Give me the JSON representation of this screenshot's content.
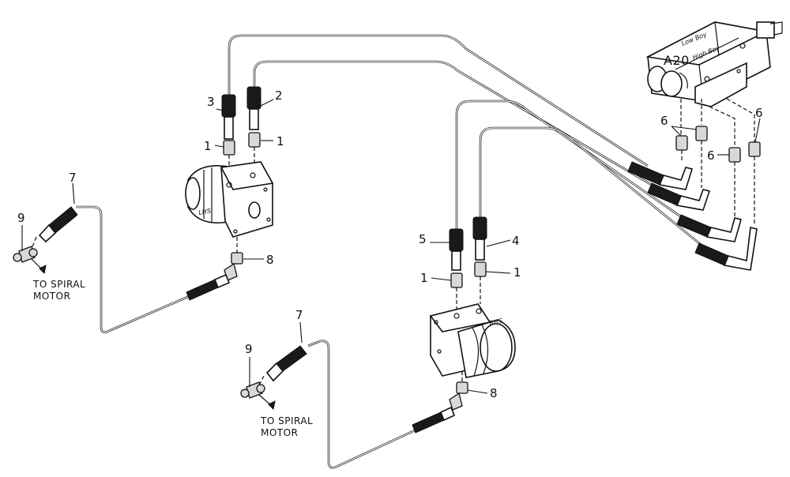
{
  "diagram": {
    "valve_label": "A20",
    "valve_positions": [
      "Low Boy",
      "High Boy"
    ],
    "motor_left_label": "LHS",
    "motor_right_label": "RHS",
    "note_left": [
      "TO SPIRAL",
      "MOTOR"
    ],
    "note_right": [
      "TO SPIRAL",
      "MOTOR"
    ],
    "callouts": {
      "l_3": "3",
      "l_2": "2",
      "l_1a": "1",
      "l_1b": "1",
      "l_7": "7",
      "l_9": "9",
      "l_8": "8",
      "r_5": "5",
      "r_4": "4",
      "r_1a": "1",
      "r_1b": "1",
      "r_7": "7",
      "r_9": "9",
      "r_8": "8",
      "v_6a": "6",
      "v_6b": "6",
      "v_6c": "6"
    }
  }
}
